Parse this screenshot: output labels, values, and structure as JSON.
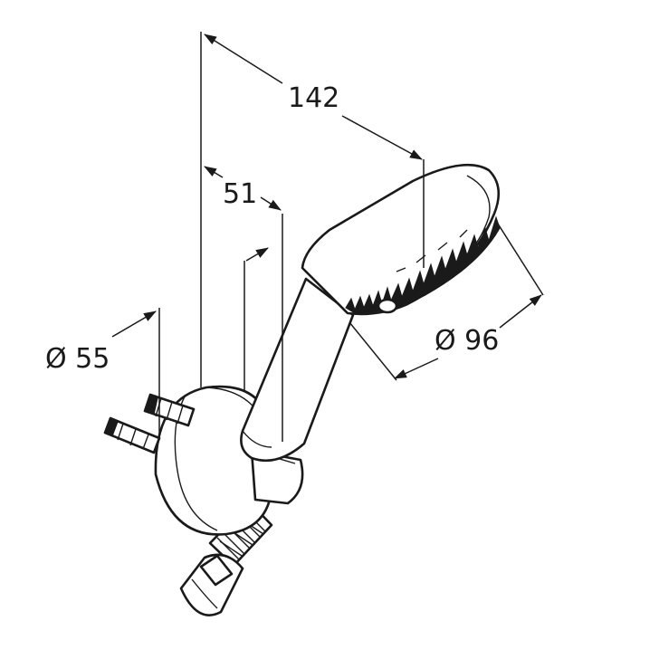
{
  "dimensions": {
    "total_length": "142",
    "offset": "51",
    "head_diameter": "Ø 96",
    "bracket_diameter": "Ø 55"
  },
  "colors": {
    "line": "#1a1a1a",
    "background": "#ffffff"
  }
}
